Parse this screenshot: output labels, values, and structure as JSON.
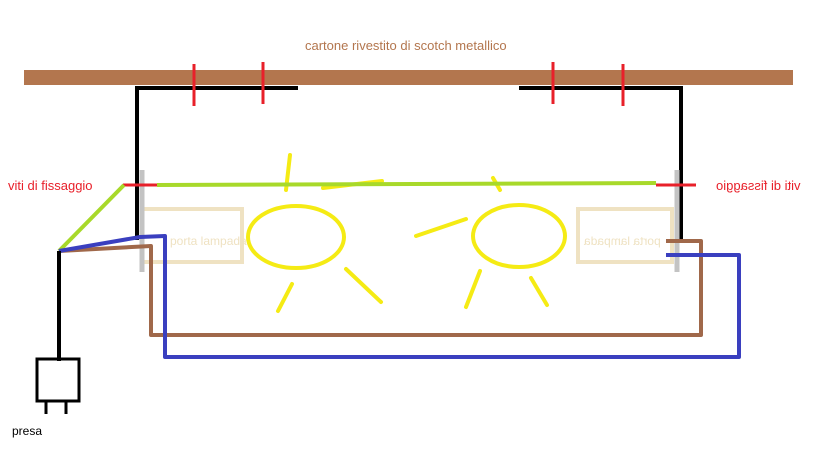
{
  "labels": {
    "title": "cartone rivestito di scotch metallico",
    "screws_left": "viti di fissaggio",
    "screws_right": "viti di fissaggio",
    "lampholder_left": "porta lampada",
    "lampholder_right": "porta lampada",
    "plug": "presa"
  },
  "colors": {
    "board": "#b3764e",
    "bracket": "#000000",
    "screw": "#e8202a",
    "ground_wire": "#a8d92a",
    "neutral_wire": "#3a3fbf",
    "phase_wire": "#a0684a",
    "bulb": "#f5eb14",
    "lampholder": "#efe2c2",
    "metal_strip": "#c3c3c3"
  }
}
